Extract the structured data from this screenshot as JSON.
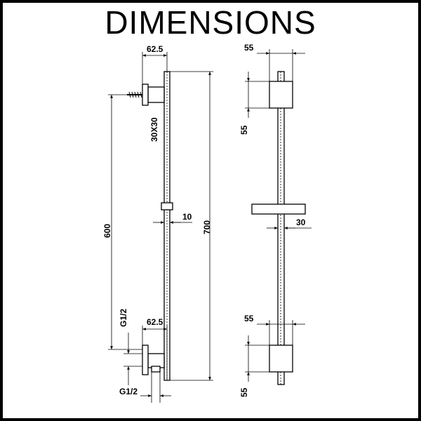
{
  "title": "DIMENSIONS",
  "dimensions": {
    "bracket_offset_top": "62.5",
    "bracket_size": "30X30",
    "centre_distance": "600",
    "rail_diameter": "10",
    "total_length": "700",
    "inlet_thread_vertical": "G1/2",
    "bracket_offset_bottom": "62.5",
    "inlet_thread_horizontal": "G1/2",
    "side_width_top": "55",
    "side_height_top": "55",
    "side_slider": "30",
    "side_width_bottom": "55",
    "side_height_bottom": "55"
  }
}
